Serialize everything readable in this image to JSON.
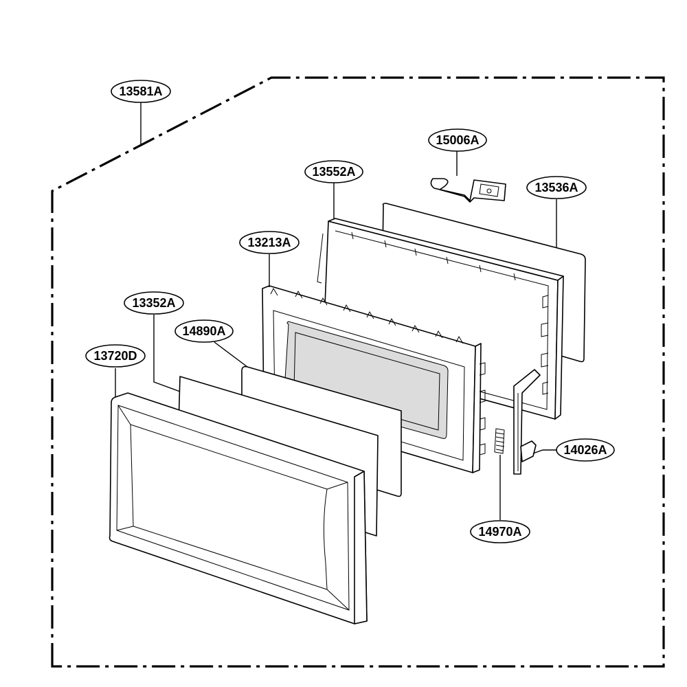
{
  "diagram": {
    "callouts": [
      {
        "id": "c1",
        "label": "13581A"
      },
      {
        "id": "c2",
        "label": "15006A"
      },
      {
        "id": "c3",
        "label": "13552A"
      },
      {
        "id": "c4",
        "label": "13536A"
      },
      {
        "id": "c5",
        "label": "13213A"
      },
      {
        "id": "c6",
        "label": "13352A"
      },
      {
        "id": "c7",
        "label": "14890A"
      },
      {
        "id": "c8",
        "label": "13720D"
      },
      {
        "id": "c9",
        "label": "14026A"
      },
      {
        "id": "c10",
        "label": "14970A"
      }
    ]
  }
}
